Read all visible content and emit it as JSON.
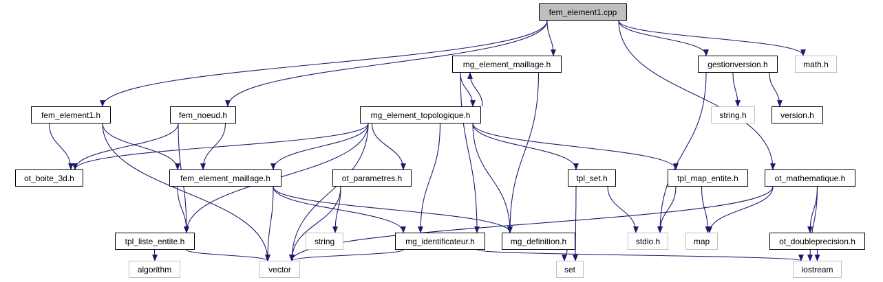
{
  "diagram": {
    "type": "include-dependency-graph",
    "colors": {
      "edge": "#191970",
      "root_fill": "#bfbfbf",
      "node_border": "#000000",
      "external_border": "#bfbfbf"
    },
    "nodes": [
      {
        "id": "cpp",
        "label": "fem_element1.cpp",
        "kind": "root"
      },
      {
        "id": "mgem",
        "label": "mg_element_maillage.h",
        "kind": "file"
      },
      {
        "id": "gv",
        "label": "gestionversion.h",
        "kind": "file"
      },
      {
        "id": "math",
        "label": "math.h",
        "kind": "external"
      },
      {
        "id": "fe1h",
        "label": "fem_element1.h",
        "kind": "file"
      },
      {
        "id": "fn",
        "label": "fem_noeud.h",
        "kind": "file"
      },
      {
        "id": "mget",
        "label": "mg_element_topologique.h",
        "kind": "file"
      },
      {
        "id": "stringh",
        "label": "string.h",
        "kind": "external"
      },
      {
        "id": "version",
        "label": "version.h",
        "kind": "file"
      },
      {
        "id": "ob3d",
        "label": "ot_boite_3d.h",
        "kind": "file"
      },
      {
        "id": "fem",
        "label": "fem_element_maillage.h",
        "kind": "file"
      },
      {
        "id": "op",
        "label": "ot_parametres.h",
        "kind": "file"
      },
      {
        "id": "tset",
        "label": "tpl_set.h",
        "kind": "file"
      },
      {
        "id": "tme",
        "label": "tpl_map_entite.h",
        "kind": "file"
      },
      {
        "id": "om",
        "label": "ot_mathematique.h",
        "kind": "file"
      },
      {
        "id": "tle",
        "label": "tpl_liste_entite.h",
        "kind": "file"
      },
      {
        "id": "string",
        "label": "string",
        "kind": "external"
      },
      {
        "id": "mgi",
        "label": "mg_identificateur.h",
        "kind": "file"
      },
      {
        "id": "mgd",
        "label": "mg_definition.h",
        "kind": "file"
      },
      {
        "id": "stdio",
        "label": "stdio.h",
        "kind": "external"
      },
      {
        "id": "map",
        "label": "map",
        "kind": "external"
      },
      {
        "id": "odp",
        "label": "ot_doubleprecision.h",
        "kind": "file"
      },
      {
        "id": "algo",
        "label": "algorithm",
        "kind": "external"
      },
      {
        "id": "vector",
        "label": "vector",
        "kind": "external"
      },
      {
        "id": "set",
        "label": "set",
        "kind": "external"
      },
      {
        "id": "iostream",
        "label": "iostream",
        "kind": "external"
      }
    ],
    "edges": [
      [
        "cpp",
        "fe1h"
      ],
      [
        "cpp",
        "fn"
      ],
      [
        "cpp",
        "mgem"
      ],
      [
        "cpp",
        "gv"
      ],
      [
        "cpp",
        "math"
      ],
      [
        "cpp",
        "om"
      ],
      [
        "mgem",
        "mget"
      ],
      [
        "mgem",
        "mgi"
      ],
      [
        "mgem",
        "mgd"
      ],
      [
        "mget",
        "mgem"
      ],
      [
        "mget",
        "ob3d"
      ],
      [
        "mget",
        "fem"
      ],
      [
        "mget",
        "tle"
      ],
      [
        "mget",
        "vector"
      ],
      [
        "mget",
        "op"
      ],
      [
        "mget",
        "mgi"
      ],
      [
        "mget",
        "mgd"
      ],
      [
        "mget",
        "tset"
      ],
      [
        "mget",
        "tme"
      ],
      [
        "gv",
        "stringh"
      ],
      [
        "gv",
        "version"
      ],
      [
        "gv",
        "stdio"
      ],
      [
        "fe1h",
        "ob3d"
      ],
      [
        "fe1h",
        "fem"
      ],
      [
        "fe1h",
        "vector"
      ],
      [
        "fn",
        "ob3d"
      ],
      [
        "fn",
        "fem"
      ],
      [
        "fn",
        "tle"
      ],
      [
        "fem",
        "tle"
      ],
      [
        "fem",
        "vector"
      ],
      [
        "fem",
        "mgi"
      ],
      [
        "fem",
        "mgd"
      ],
      [
        "op",
        "string"
      ],
      [
        "op",
        "vector"
      ],
      [
        "tset",
        "stdio"
      ],
      [
        "tset",
        "set"
      ],
      [
        "tme",
        "stdio"
      ],
      [
        "tme",
        "map"
      ],
      [
        "om",
        "map"
      ],
      [
        "om",
        "vector"
      ],
      [
        "om",
        "odp"
      ],
      [
        "om",
        "iostream"
      ],
      [
        "tle",
        "algo"
      ],
      [
        "tle",
        "vector"
      ],
      [
        "mgi",
        "vector"
      ],
      [
        "mgi",
        "iostream"
      ],
      [
        "mgd",
        "set"
      ],
      [
        "odp",
        "iostream"
      ]
    ]
  }
}
